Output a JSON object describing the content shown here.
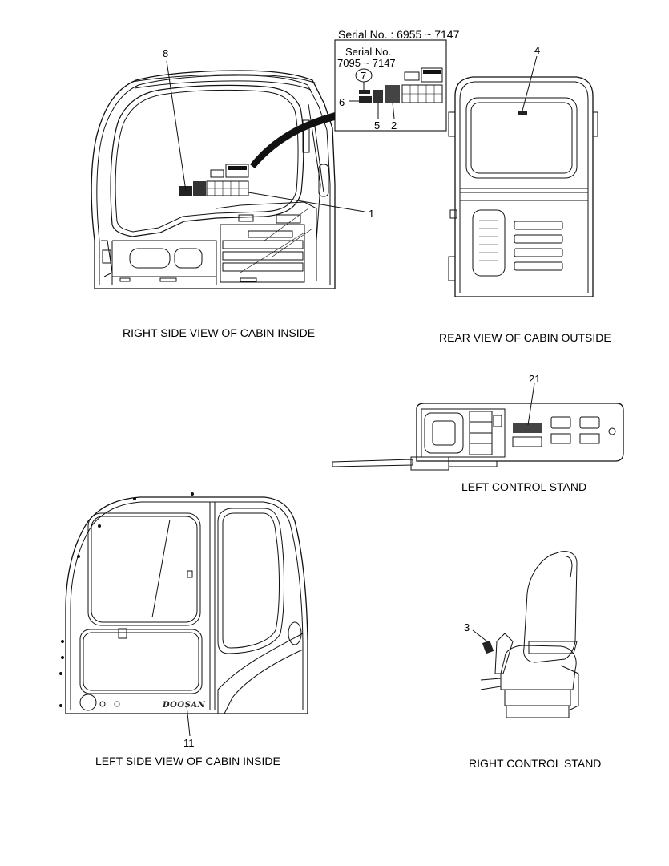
{
  "views": {
    "right_side_inside": "RIGHT SIDE VIEW OF CABIN INSIDE",
    "rear_outside": "REAR VIEW OF CABIN OUTSIDE",
    "left_control_stand": "LEFT CONTROL STAND",
    "left_side_inside": "LEFT SIDE VIEW OF CABIN INSIDE",
    "right_control_stand": "RIGHT CONTROL STAND"
  },
  "serial": {
    "range_top": "Serial No. : 6955 ~ 7147",
    "label": "Serial No.",
    "range_inner": "7095 ~ 7147"
  },
  "callouts": {
    "c1": "1",
    "c2": "2",
    "c3": "3",
    "c4": "4",
    "c5": "5",
    "c6": "6",
    "c7": "7",
    "c8": "8",
    "c11": "11",
    "c21": "21"
  },
  "brand": "DOOSAN"
}
